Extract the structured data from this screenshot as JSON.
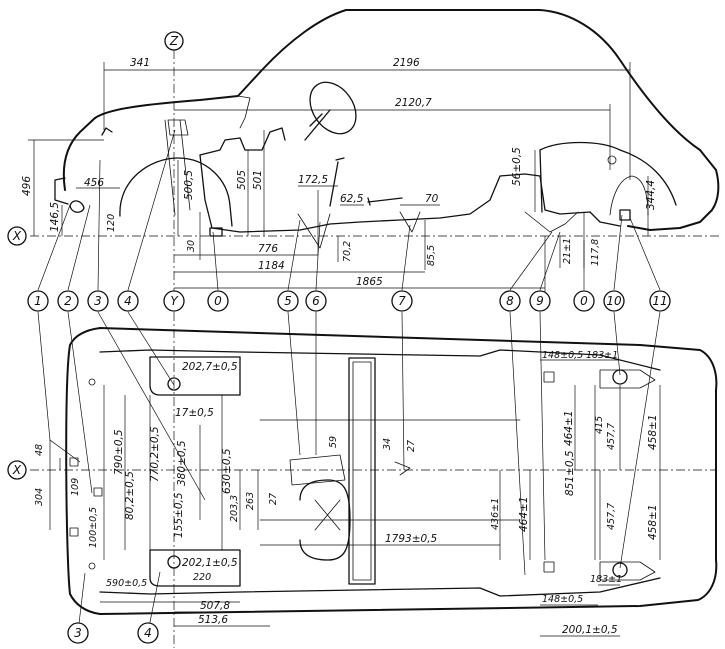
{
  "axes": {
    "z": "Z",
    "x_top": "X",
    "x_bottom": "X",
    "y": "Y"
  },
  "callouts": [
    "1",
    "2",
    "3",
    "4",
    "0",
    "5",
    "6",
    "7",
    "8",
    "9",
    "0",
    "10",
    "11"
  ],
  "bottom_callouts": [
    "3",
    "4"
  ],
  "dims_top": {
    "d341": "341",
    "d2196": "2196",
    "d2120": "2120,7",
    "d496": "496",
    "d1465": "146,5",
    "d456": "456",
    "d120": "120",
    "d5005": "500,5",
    "d505": "505",
    "d501": "501",
    "d1725": "172,5",
    "d625": "62,5",
    "d70": "70",
    "d565": "56±0,5",
    "d3444": "344,4",
    "d30": "30",
    "d776": "776",
    "d702": "70,2",
    "d855": "85,5",
    "d211": "21±1",
    "d1178": "117,8",
    "d1184": "1184",
    "d1865": "1865"
  },
  "dims_plan": {
    "d2027": "202,7±0,5",
    "d790": "790±0,5",
    "d802": "80,2±0,5",
    "d7702": "770,2±0,5",
    "d17": "17±0,5",
    "d380": "380±0,5",
    "d630": "630±0,5",
    "d155": "155±0,5",
    "d2033": "203,3",
    "d263": "263",
    "d27a": "27",
    "d59": "59",
    "d34": "34",
    "d27b": "27",
    "d48": "48",
    "d304": "304",
    "d109": "109",
    "d100": "100±0,5",
    "d2021": "202,1±0,5",
    "d220": "220",
    "d590": "590±0,5",
    "d5078": "507,8",
    "d5136": "513,6",
    "d17935": "1793±0,5",
    "d148a": "148±0,5",
    "d183a": "183±1",
    "d4641": "464±1",
    "d415": "415",
    "d4577a": "457,7",
    "d458a": "458±1",
    "d8515": "851±0,5",
    "d436": "436±1",
    "d4642": "464±1",
    "d4577b": "457,7",
    "d458b": "458±1",
    "d183b": "183±1",
    "d148b": "148±0,5",
    "d2001": "200,1±0,5"
  }
}
